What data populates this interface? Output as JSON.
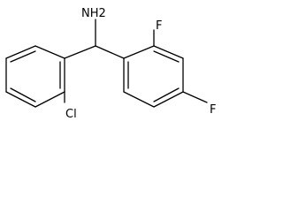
{
  "molecule": {
    "labels": {
      "amine": "NH2",
      "fluoro_ortho": "F",
      "fluoro_para": "F",
      "chloro": "Cl"
    },
    "colors": {
      "bond": "#000000",
      "background": "#ffffff"
    }
  }
}
